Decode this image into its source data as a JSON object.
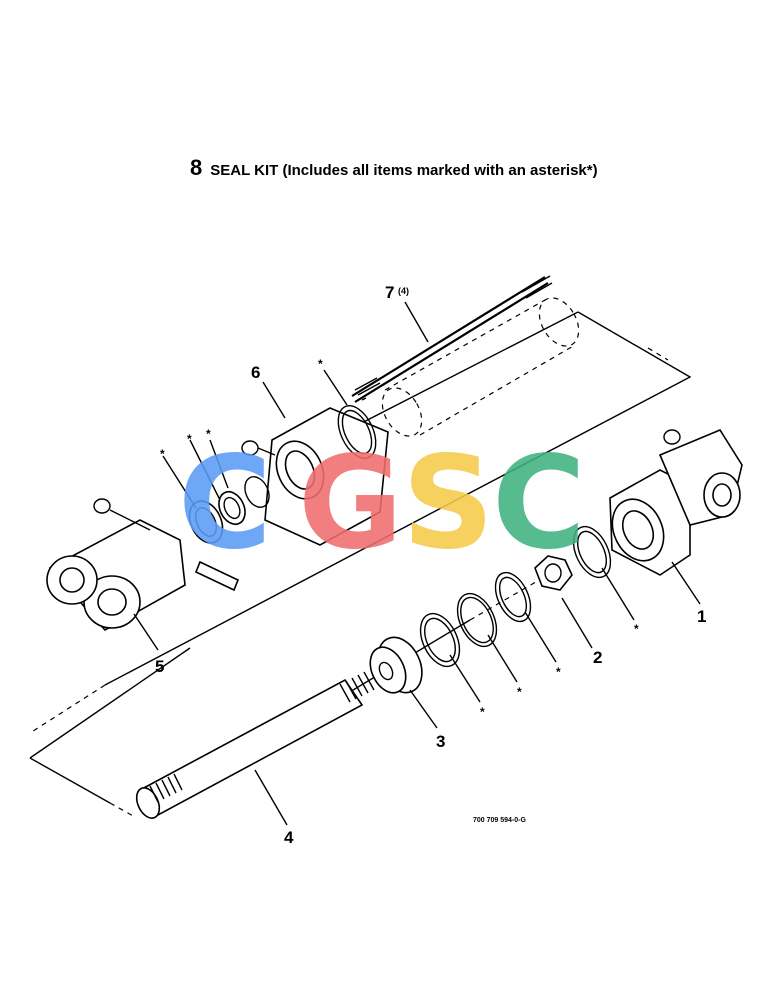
{
  "title": {
    "number": "8",
    "text": "SEAL KIT (Includes all items marked with an asterisk*)"
  },
  "callouts": {
    "p1": "1",
    "p2": "2",
    "p3": "3",
    "p4": "4",
    "p5": "5",
    "p6": "6",
    "p7": "7",
    "p7_qty": "(4)"
  },
  "seal_marker": "*",
  "figure_number": "700 709 594-0-G",
  "watermark": {
    "letters": [
      "C",
      "G",
      "S",
      "C"
    ],
    "colors": [
      "#5b9bf5",
      "#f06e6e",
      "#f5cb4a",
      "#3fb27f"
    ]
  }
}
